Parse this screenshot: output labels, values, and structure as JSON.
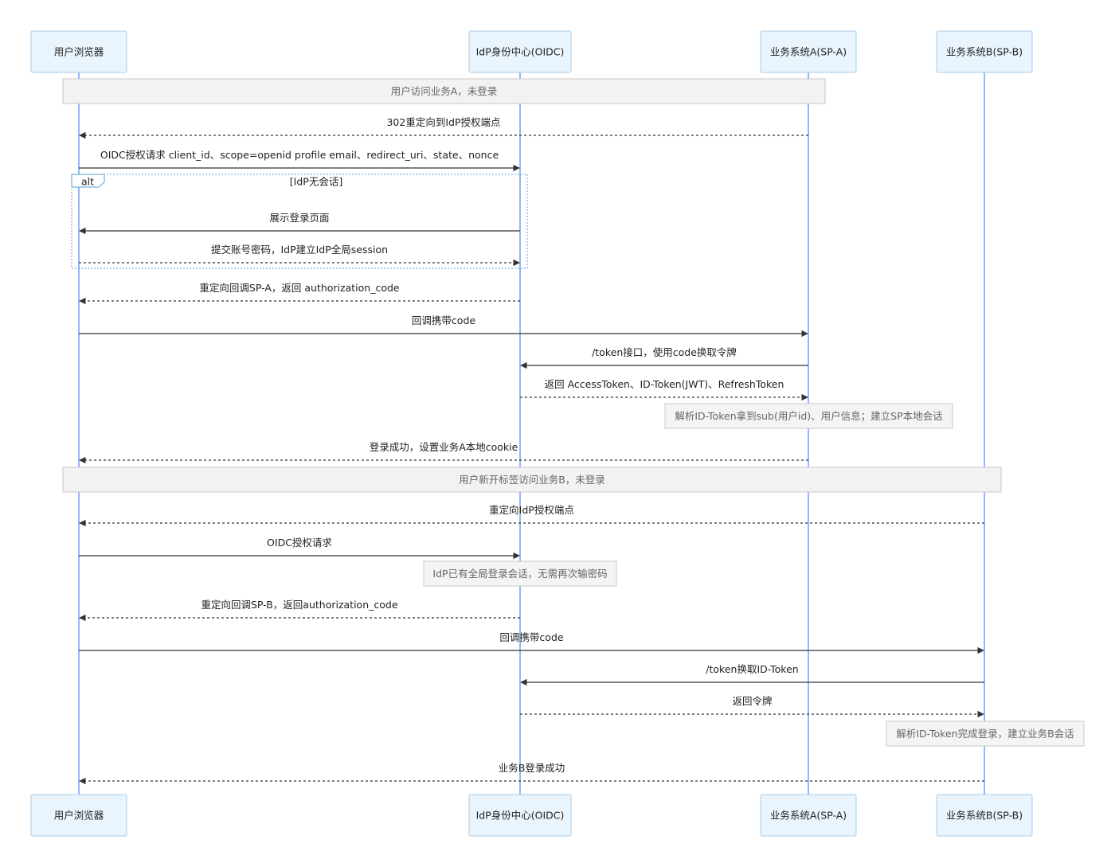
{
  "participants": [
    {
      "id": "browser",
      "label": "用户浏览器"
    },
    {
      "id": "idp",
      "label": "IdP身份中心(OIDC)"
    },
    {
      "id": "spa",
      "label": "业务系统A(SP-A)"
    },
    {
      "id": "spb",
      "label": "业务系统B(SP-B)"
    }
  ],
  "bands": [
    {
      "text": "用户访问业务A，未登录",
      "span": [
        "browser",
        "spa"
      ]
    },
    {
      "text": "用户新开标签访问业务B，未登录",
      "span": [
        "browser",
        "spb"
      ]
    }
  ],
  "alt": {
    "label": "alt",
    "condition": "[IdP无会话]"
  },
  "messages": [
    {
      "from": "spa",
      "to": "browser",
      "text": "302重定向到IdP授权端点",
      "style": "dashed"
    },
    {
      "from": "browser",
      "to": "idp",
      "text": "OIDC授权请求 client_id、scope=openid profile email、redirect_uri、state、nonce",
      "style": "solid"
    },
    {
      "from": "idp",
      "to": "browser",
      "text": "展示登录页面",
      "style": "solid"
    },
    {
      "from": "browser",
      "to": "idp",
      "text": "提交账号密码，IdP建立IdP全局session",
      "style": "dashed"
    },
    {
      "from": "idp",
      "to": "browser",
      "text": "重定向回调SP-A，返回 authorization_code",
      "style": "dashed"
    },
    {
      "from": "browser",
      "to": "spa",
      "text": "回调携带code",
      "style": "solid"
    },
    {
      "from": "spa",
      "to": "idp",
      "text": "/token接口，使用code换取令牌",
      "style": "solid"
    },
    {
      "from": "idp",
      "to": "spa",
      "text": "返回 AccessToken、ID-Token(JWT)、RefreshToken",
      "style": "dashed"
    },
    {
      "from": "spa",
      "to": "browser",
      "text": "登录成功，设置业务A本地cookie",
      "style": "dashed"
    },
    {
      "from": "spb",
      "to": "browser",
      "text": "重定向IdP授权端点",
      "style": "dashed"
    },
    {
      "from": "browser",
      "to": "idp",
      "text": "OIDC授权请求",
      "style": "solid"
    },
    {
      "from": "idp",
      "to": "browser",
      "text": "重定向回调SP-B，返回authorization_code",
      "style": "dashed"
    },
    {
      "from": "browser",
      "to": "spb",
      "text": "回调携带code",
      "style": "solid"
    },
    {
      "from": "spb",
      "to": "idp",
      "text": "/token换取ID-Token",
      "style": "solid"
    },
    {
      "from": "idp",
      "to": "spb",
      "text": "返回令牌",
      "style": "dashed"
    },
    {
      "from": "spb",
      "to": "browser",
      "text": "业务B登录成功",
      "style": "dashed"
    }
  ],
  "notes": [
    {
      "over": "spa",
      "text": "解析ID-Token拿到sub(用户id)、用户信息；建立SP本地会话"
    },
    {
      "over": "idp",
      "text": "IdP已有全局登录会话，无需再次输密码"
    },
    {
      "over": "spb",
      "text": "解析ID-Token完成登录，建立业务B会话"
    }
  ]
}
